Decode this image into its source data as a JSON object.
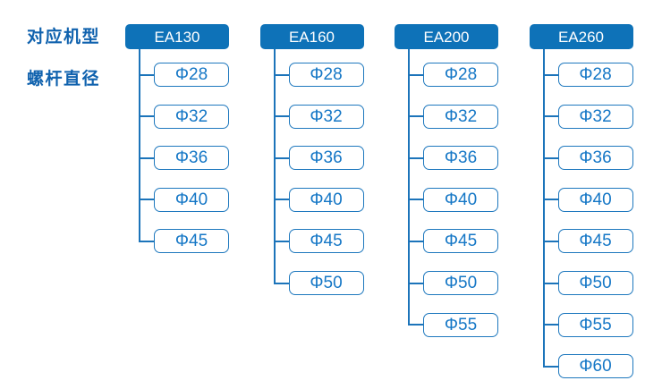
{
  "labels": {
    "model_row": "对应机型",
    "diameter_row": "螺杆直径"
  },
  "colors": {
    "header_fill": "#0E72B8",
    "header_text": "#FFFFFF",
    "box_border": "#1E78BE",
    "box_text": "#1577C6",
    "label_text": "#1062AE",
    "line": "#1C74BA"
  },
  "columns": [
    {
      "model": "EA130",
      "diameters": [
        "Φ28",
        "Φ32",
        "Φ36",
        "Φ40",
        "Φ45"
      ]
    },
    {
      "model": "EA160",
      "diameters": [
        "Φ28",
        "Φ32",
        "Φ36",
        "Φ40",
        "Φ45",
        "Φ50"
      ]
    },
    {
      "model": "EA200",
      "diameters": [
        "Φ28",
        "Φ32",
        "Φ36",
        "Φ40",
        "Φ45",
        "Φ50",
        "Φ55"
      ]
    },
    {
      "model": "EA260",
      "diameters": [
        "Φ28",
        "Φ32",
        "Φ36",
        "Φ40",
        "Φ45",
        "Φ50",
        "Φ55",
        "Φ60"
      ]
    }
  ]
}
